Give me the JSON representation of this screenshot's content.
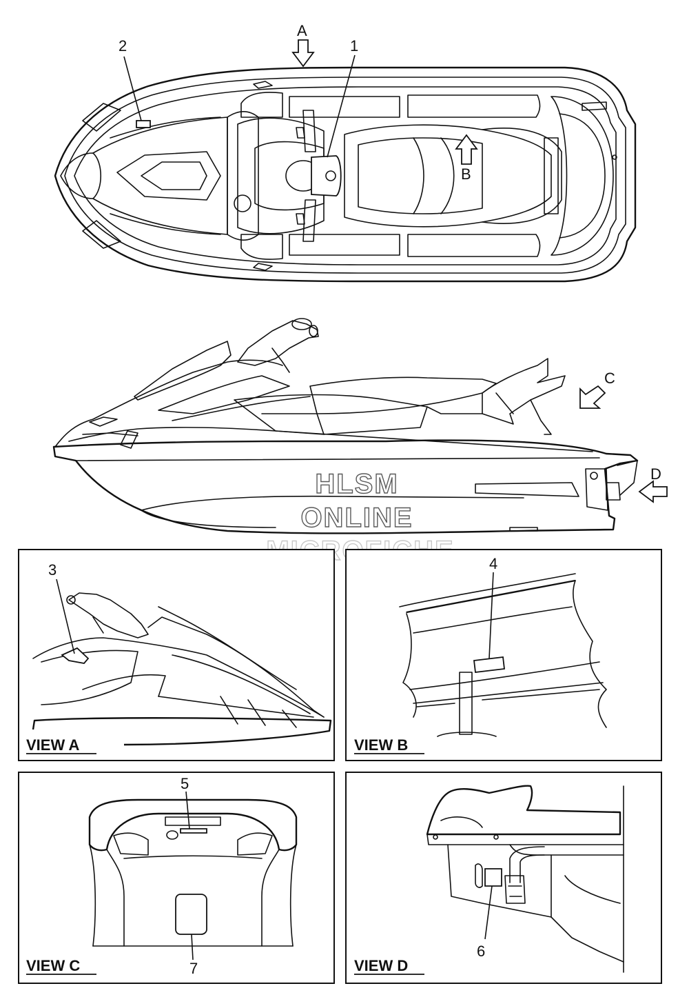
{
  "callouts": {
    "c1": "1",
    "c2": "2",
    "c3": "3",
    "c4": "4",
    "c5": "5",
    "c6": "6",
    "c7": "7"
  },
  "view_arrows": {
    "a": "A",
    "b": "B",
    "c": "C",
    "d": "D"
  },
  "view_labels": {
    "view_a": "VIEW A",
    "view_b": "VIEW B",
    "view_c": "VIEW C",
    "view_d": "VIEW D"
  },
  "watermark": {
    "line1": "HLSM",
    "line2": "ONLINE",
    "line3": "MICROFICHE"
  },
  "colors": {
    "line": "#111111",
    "background": "#ffffff",
    "watermark_outline": "#5a5a5a"
  }
}
